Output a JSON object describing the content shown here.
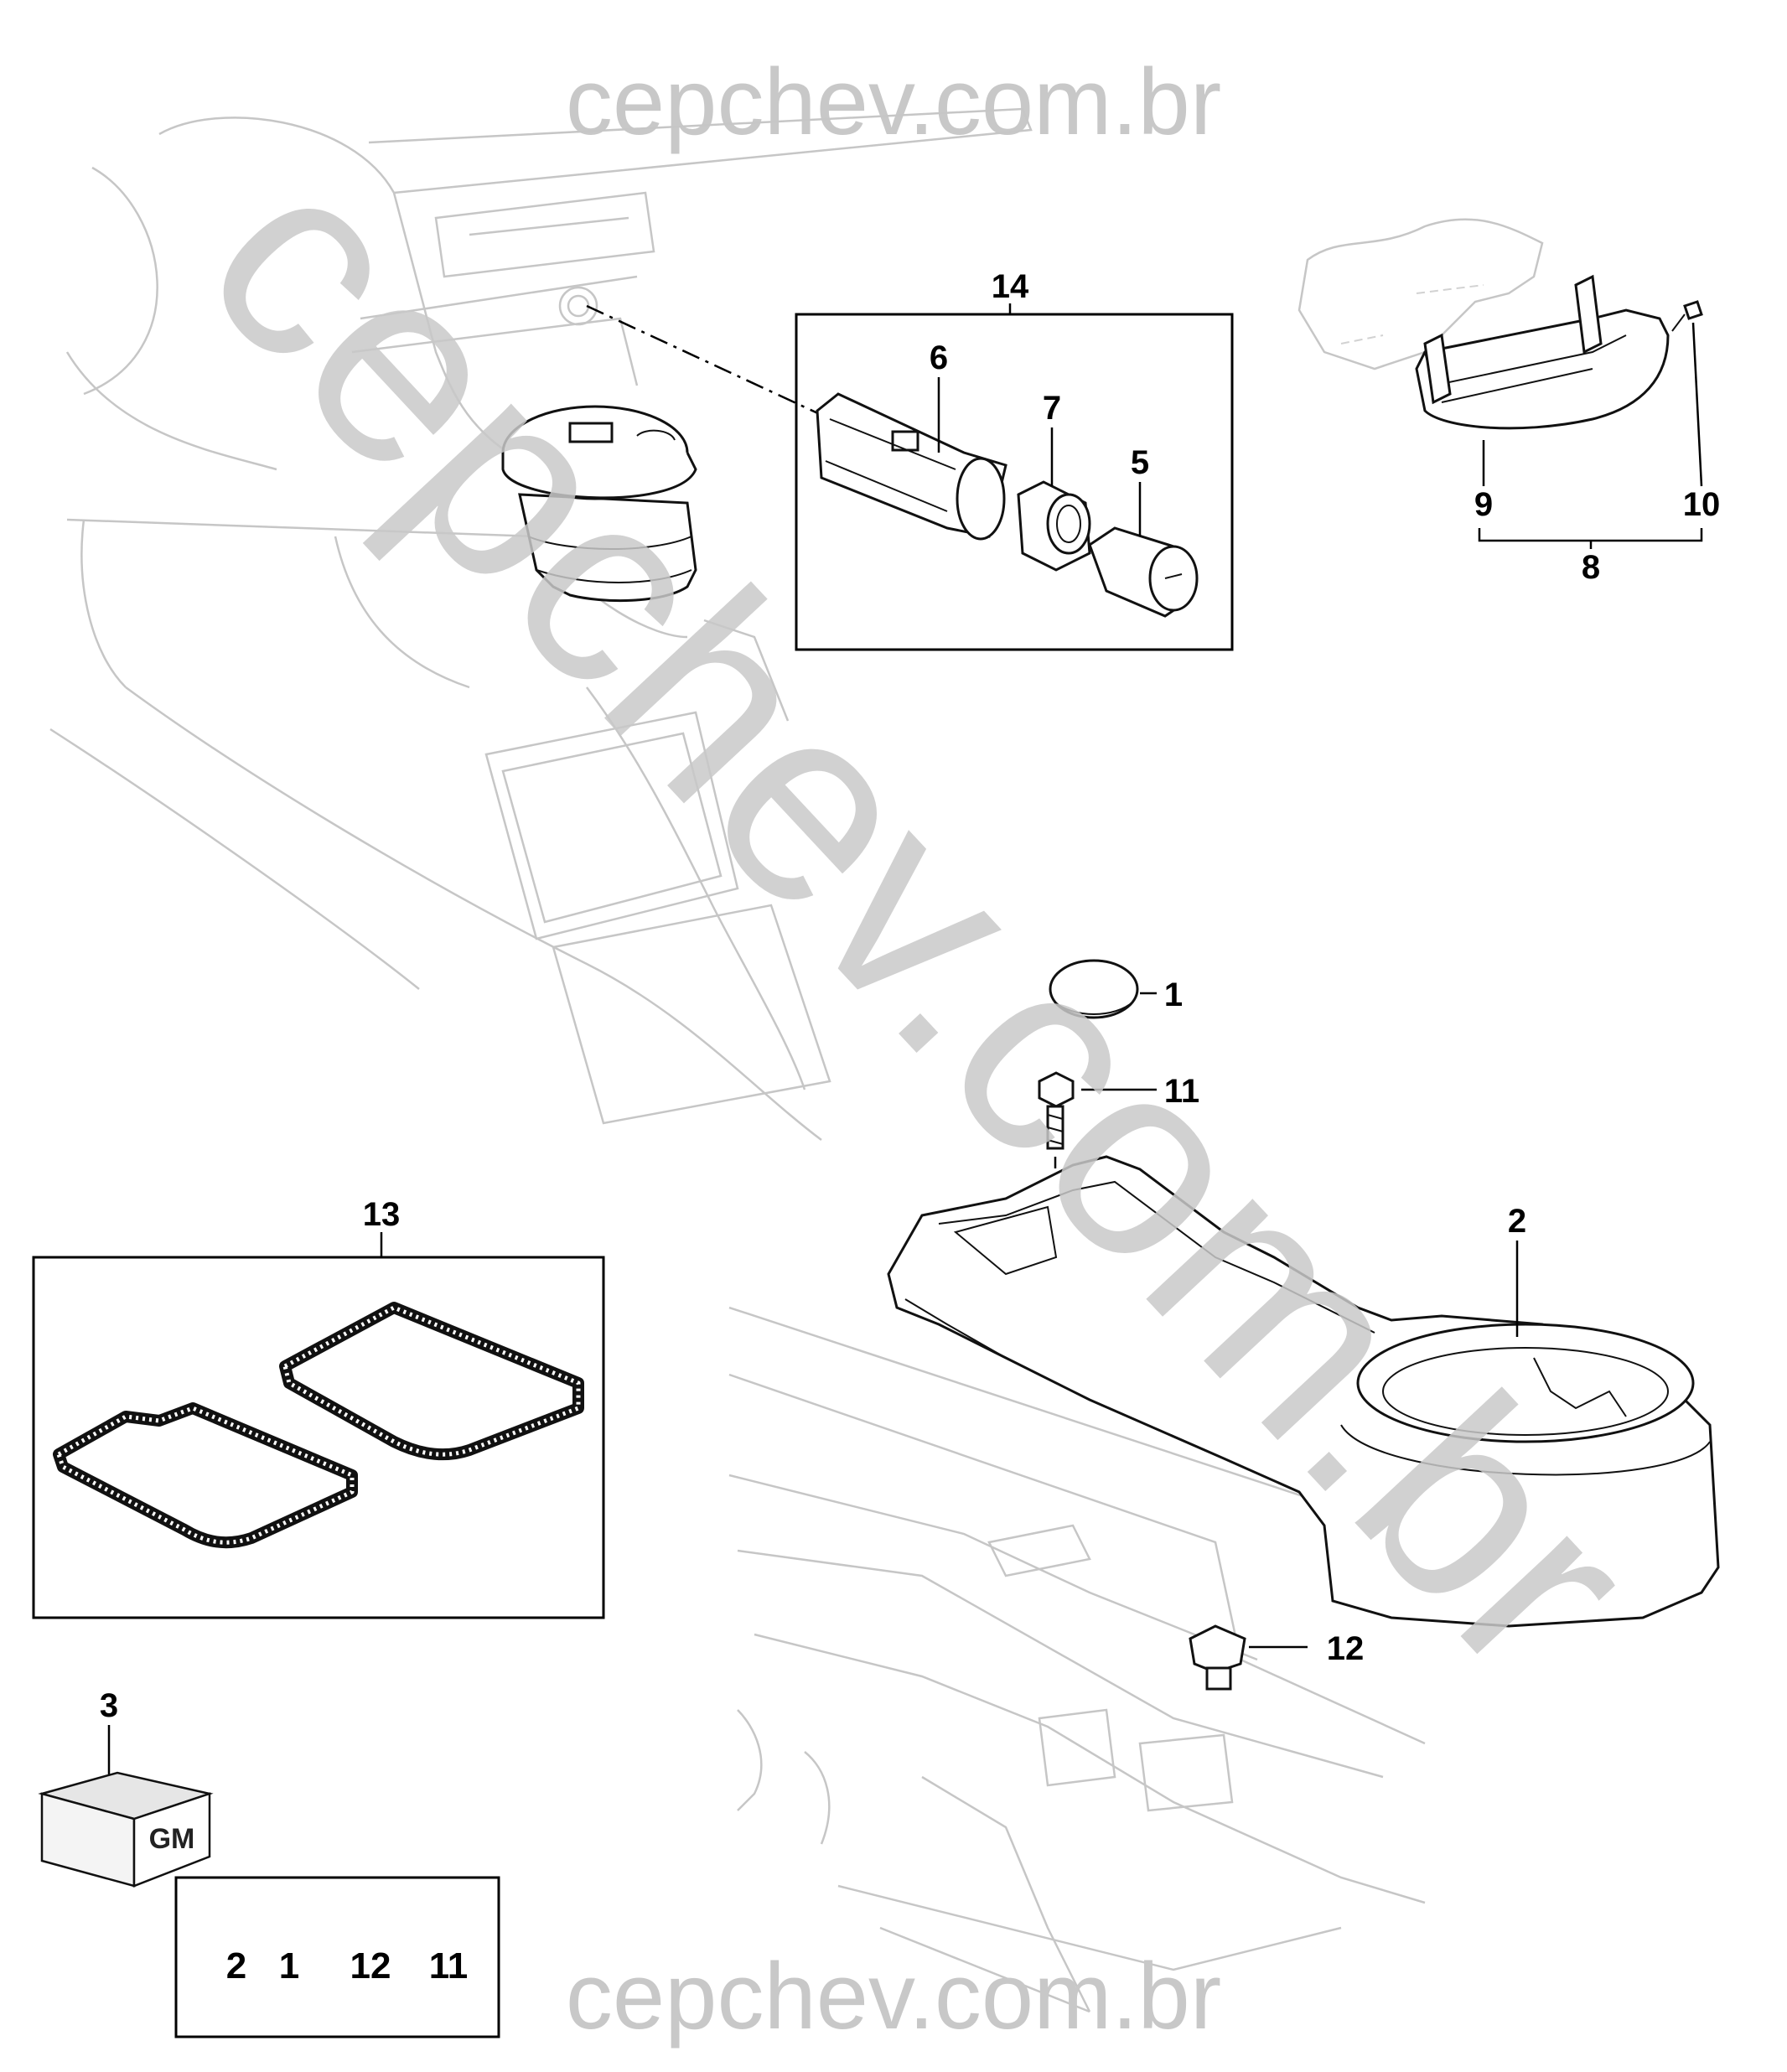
{
  "watermark": {
    "top": "cepchev.com.br",
    "bottom": "cepchev.com.br",
    "diagonal": "cepchev.com.br"
  },
  "callouts": {
    "c1": "1",
    "c2": "2",
    "c5": "5",
    "c6": "6",
    "c7": "7",
    "c8": "8",
    "c9": "9",
    "c10": "10",
    "c11": "11",
    "c12": "12",
    "c13": "13",
    "c14": "14",
    "c3": "3"
  },
  "kit_contents": [
    "2",
    "1",
    "12",
    "11"
  ]
}
